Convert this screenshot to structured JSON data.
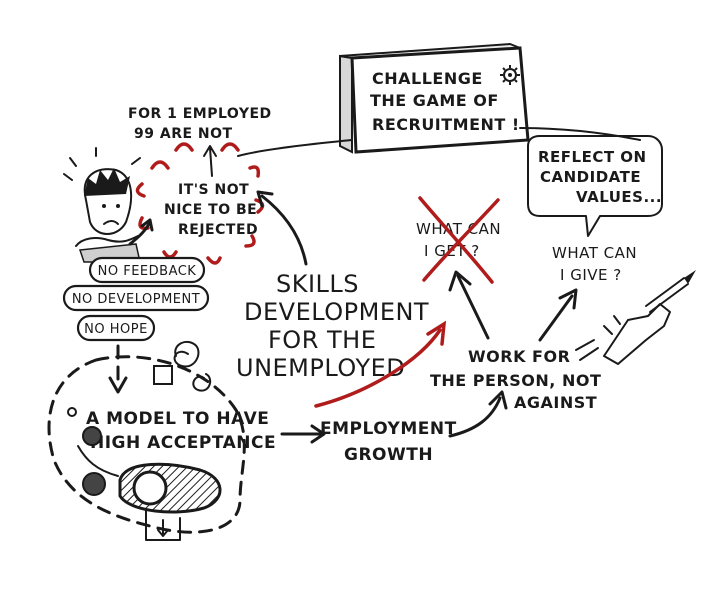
{
  "challenge": {
    "line1": "CHALLENGE",
    "line2": "THE GAME OF",
    "line3": "RECRUITMENT !"
  },
  "stat": {
    "line1": "FOR 1 EMPLOYED",
    "line2": "99 ARE NOT"
  },
  "rejected": {
    "line1": "IT'S NOT",
    "line2": "NICE TO BE",
    "line3": "REJECTED"
  },
  "pills": [
    "NO FEEDBACK",
    "NO DEVELOPMENT",
    "NO HOPE"
  ],
  "skills": {
    "line1": "SKILLS",
    "line2": "DEVELOPMENT",
    "line3": "FOR THE",
    "line4": "UNEMPLOYED"
  },
  "model": {
    "line1": "A MODEL TO HAVE",
    "line2": "HIGH ACCEPTANCE"
  },
  "growth": {
    "line1": "EMPLOYMENT",
    "line2": "GROWTH"
  },
  "work": {
    "line1": "WORK FOR",
    "line2": "THE PERSON, NOT",
    "line3": "AGAINST"
  },
  "get": {
    "line1": "WHAT CAN",
    "line2": "I GET ?"
  },
  "give": {
    "line1": "WHAT CAN",
    "line2": "I GIVE ?"
  },
  "reflect": {
    "line1": "REFLECT ON",
    "line2": "CANDIDATE",
    "line3": "VALUES..."
  },
  "colors": {
    "ink": "#1a1a1a",
    "accent_red": "#b01c1c",
    "background": "#ffffff"
  }
}
